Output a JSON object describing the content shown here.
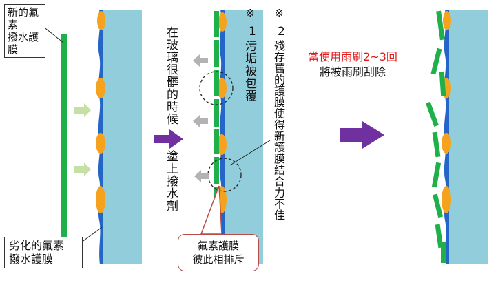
{
  "labels": {
    "new_film_line1": "新的氟素",
    "new_film_line2": "撥水護膜",
    "old_film_line1": "劣化的氟素",
    "old_film_line2": "撥水護膜",
    "glass_rough_col1": "在玻璃很髒的時候",
    "apply_col": "塗上撥水劑",
    "note1_mark": "※",
    "note1_num": "1",
    "note1_text": "污垢被包覆",
    "note2_mark": "※",
    "note2_num": "2",
    "note2_text": "殘存舊的護膜使得新護膜結合力不佳",
    "wiper_line1": "當使用雨刷2~3回",
    "wiper_line2": "將被雨刷刮除",
    "callout_line1": "氟素護膜",
    "callout_line2": "彼此相排斥"
  },
  "colors": {
    "glass": "#92cddc",
    "green_film": "#1fb04a",
    "blue_film": "#2466c8",
    "orange_dirt": "#f5a31f",
    "light_green_arrow": "#c5e0a5",
    "gray_arrow": "#b3b3b3",
    "purple_arrow": "#7030a0",
    "callout_border": "#b84a4a",
    "red_text": "#e01b1b"
  }
}
